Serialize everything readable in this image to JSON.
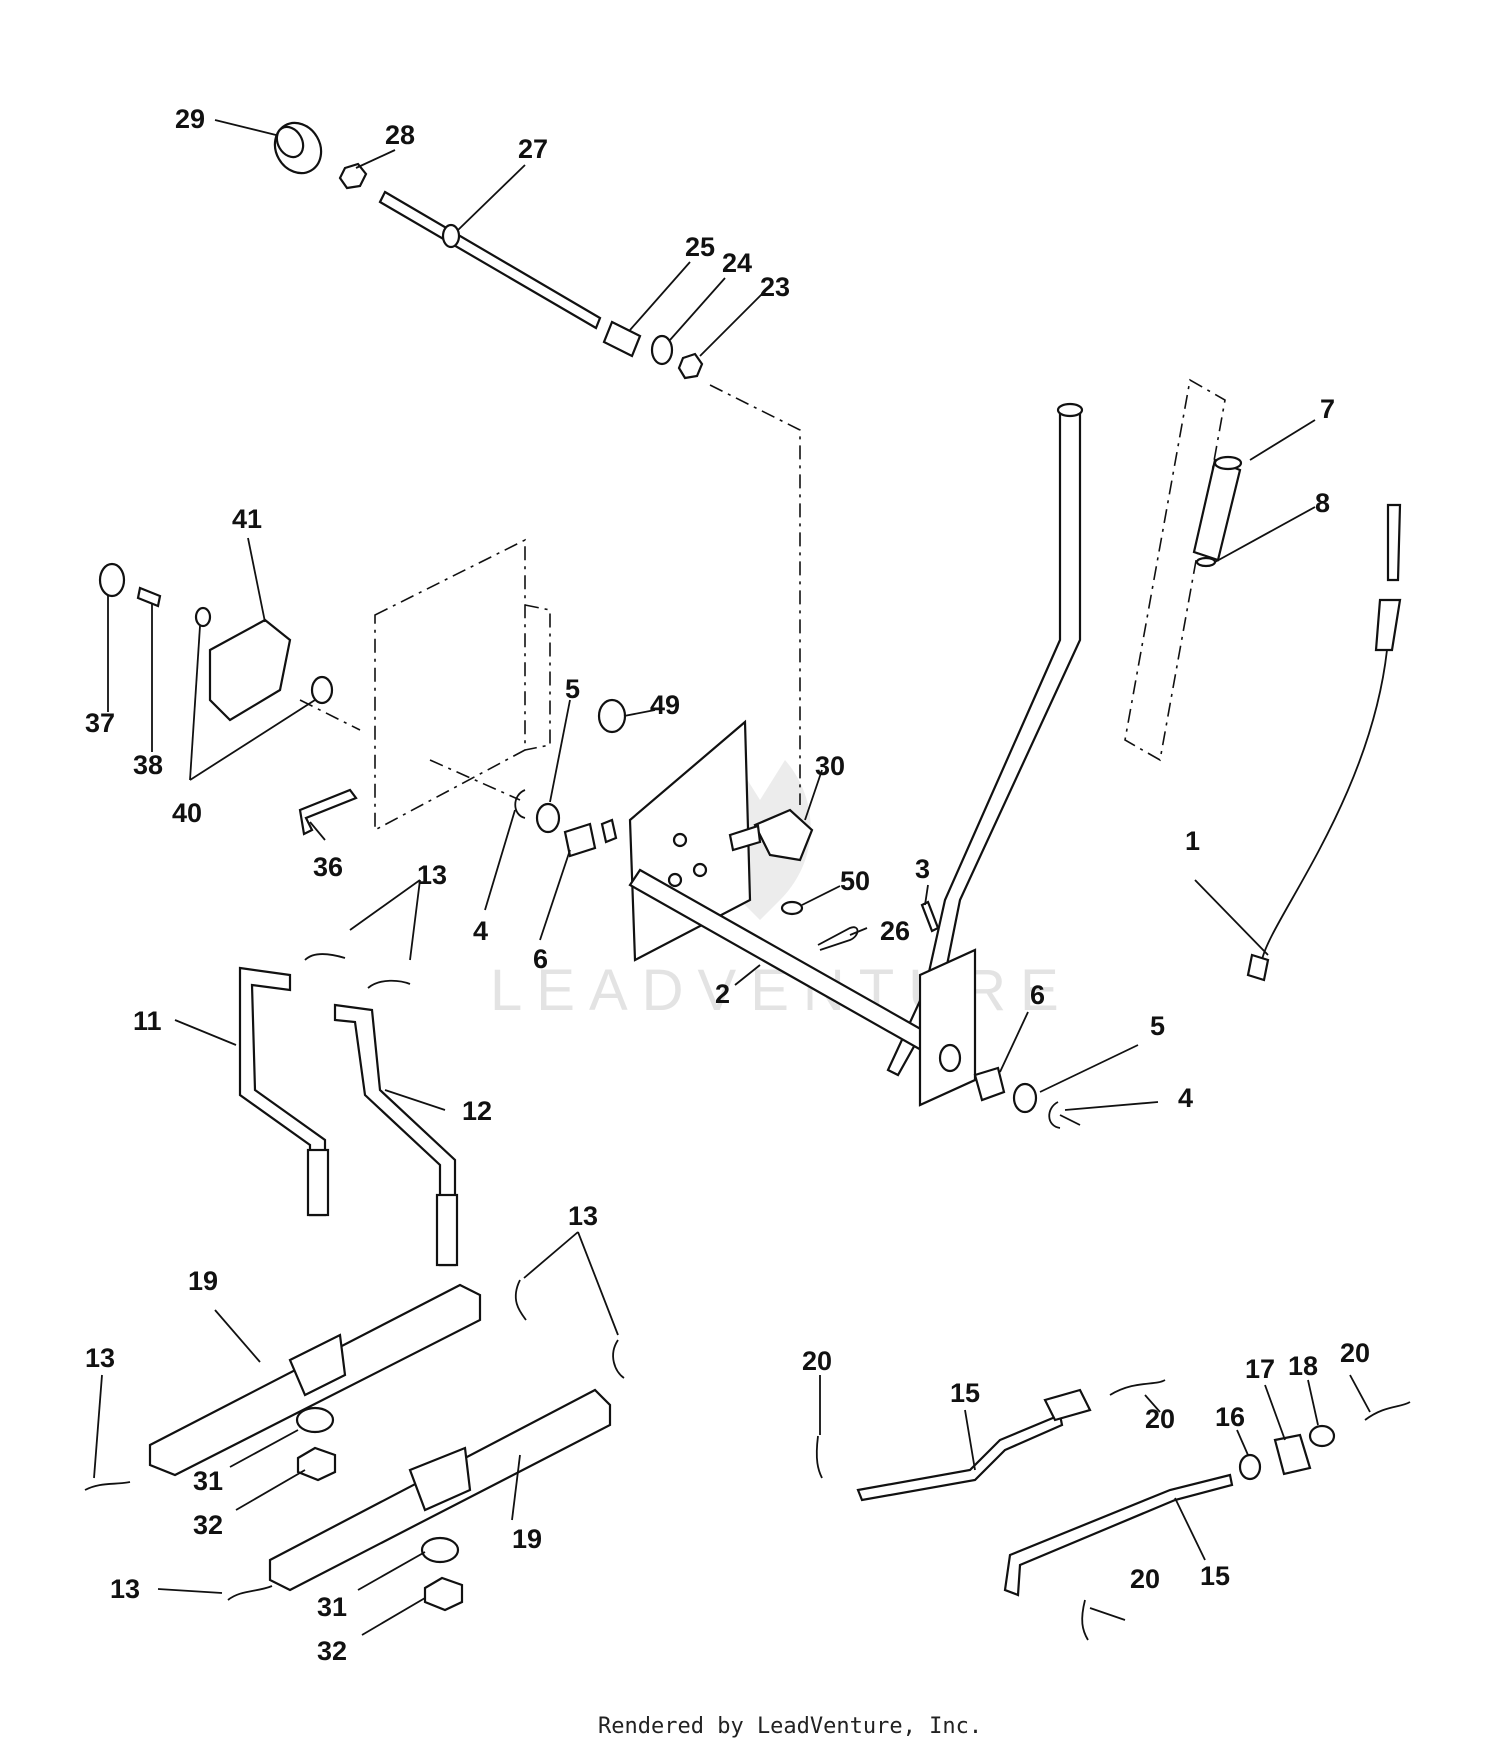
{
  "callouts": {
    "c29": "29",
    "c28": "28",
    "c27": "27",
    "c25": "25",
    "c24": "24",
    "c23": "23",
    "c7": "7",
    "c8": "8",
    "c41": "41",
    "c37": "37",
    "c38": "38",
    "c40": "40",
    "c5a": "5",
    "c49": "49",
    "c30": "30",
    "c36": "36",
    "c13a": "13",
    "c4a": "4",
    "c6a": "6",
    "c3": "3",
    "c50": "50",
    "c26": "26",
    "c1": "1",
    "c2": "2",
    "c11": "11",
    "c12": "12",
    "c6b": "6",
    "c5b": "5",
    "c4b": "4",
    "c13b": "13",
    "c19a": "19",
    "c13c": "13",
    "c31a": "31",
    "c32a": "32",
    "c19b": "19",
    "c13d": "13",
    "c31b": "31",
    "c32b": "32",
    "c20a": "20",
    "c15a": "15",
    "c20b": "20",
    "c16": "16",
    "c17": "17",
    "c18": "18",
    "c20c": "20",
    "c20d": "20",
    "c15b": "15"
  },
  "watermark": "LEADVENTURE",
  "footer": "Rendered by LeadVenture, Inc."
}
